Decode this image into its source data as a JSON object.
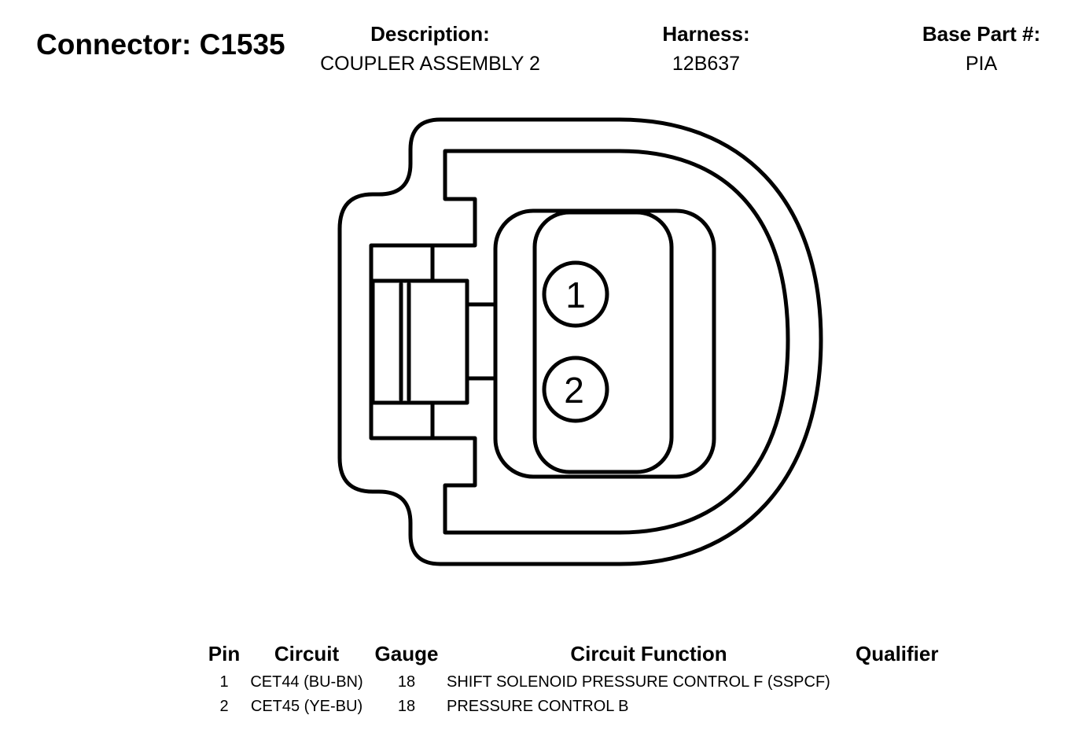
{
  "header": {
    "connector": "Connector: C1535",
    "description_label": "Description:",
    "description_value": "COUPLER ASSEMBLY 2",
    "harness_label": "Harness:",
    "harness_value": "12B637",
    "base_part_label": "Base Part #:",
    "base_part_value": "PIA"
  },
  "connector_face": {
    "pins": [
      "1",
      "2"
    ]
  },
  "pin_table": {
    "columns": [
      "Pin",
      "Circuit",
      "Gauge",
      "Circuit Function",
      "Qualifier"
    ],
    "rows": [
      {
        "pin": "1",
        "circuit": "CET44 (BU-BN)",
        "gauge": "18",
        "function": "SHIFT SOLENOID PRESSURE CONTROL F (SSPCF)",
        "qualifier": ""
      },
      {
        "pin": "2",
        "circuit": "CET45 (YE-BU)",
        "gauge": "18",
        "function": "PRESSURE CONTROL B",
        "qualifier": ""
      }
    ]
  }
}
